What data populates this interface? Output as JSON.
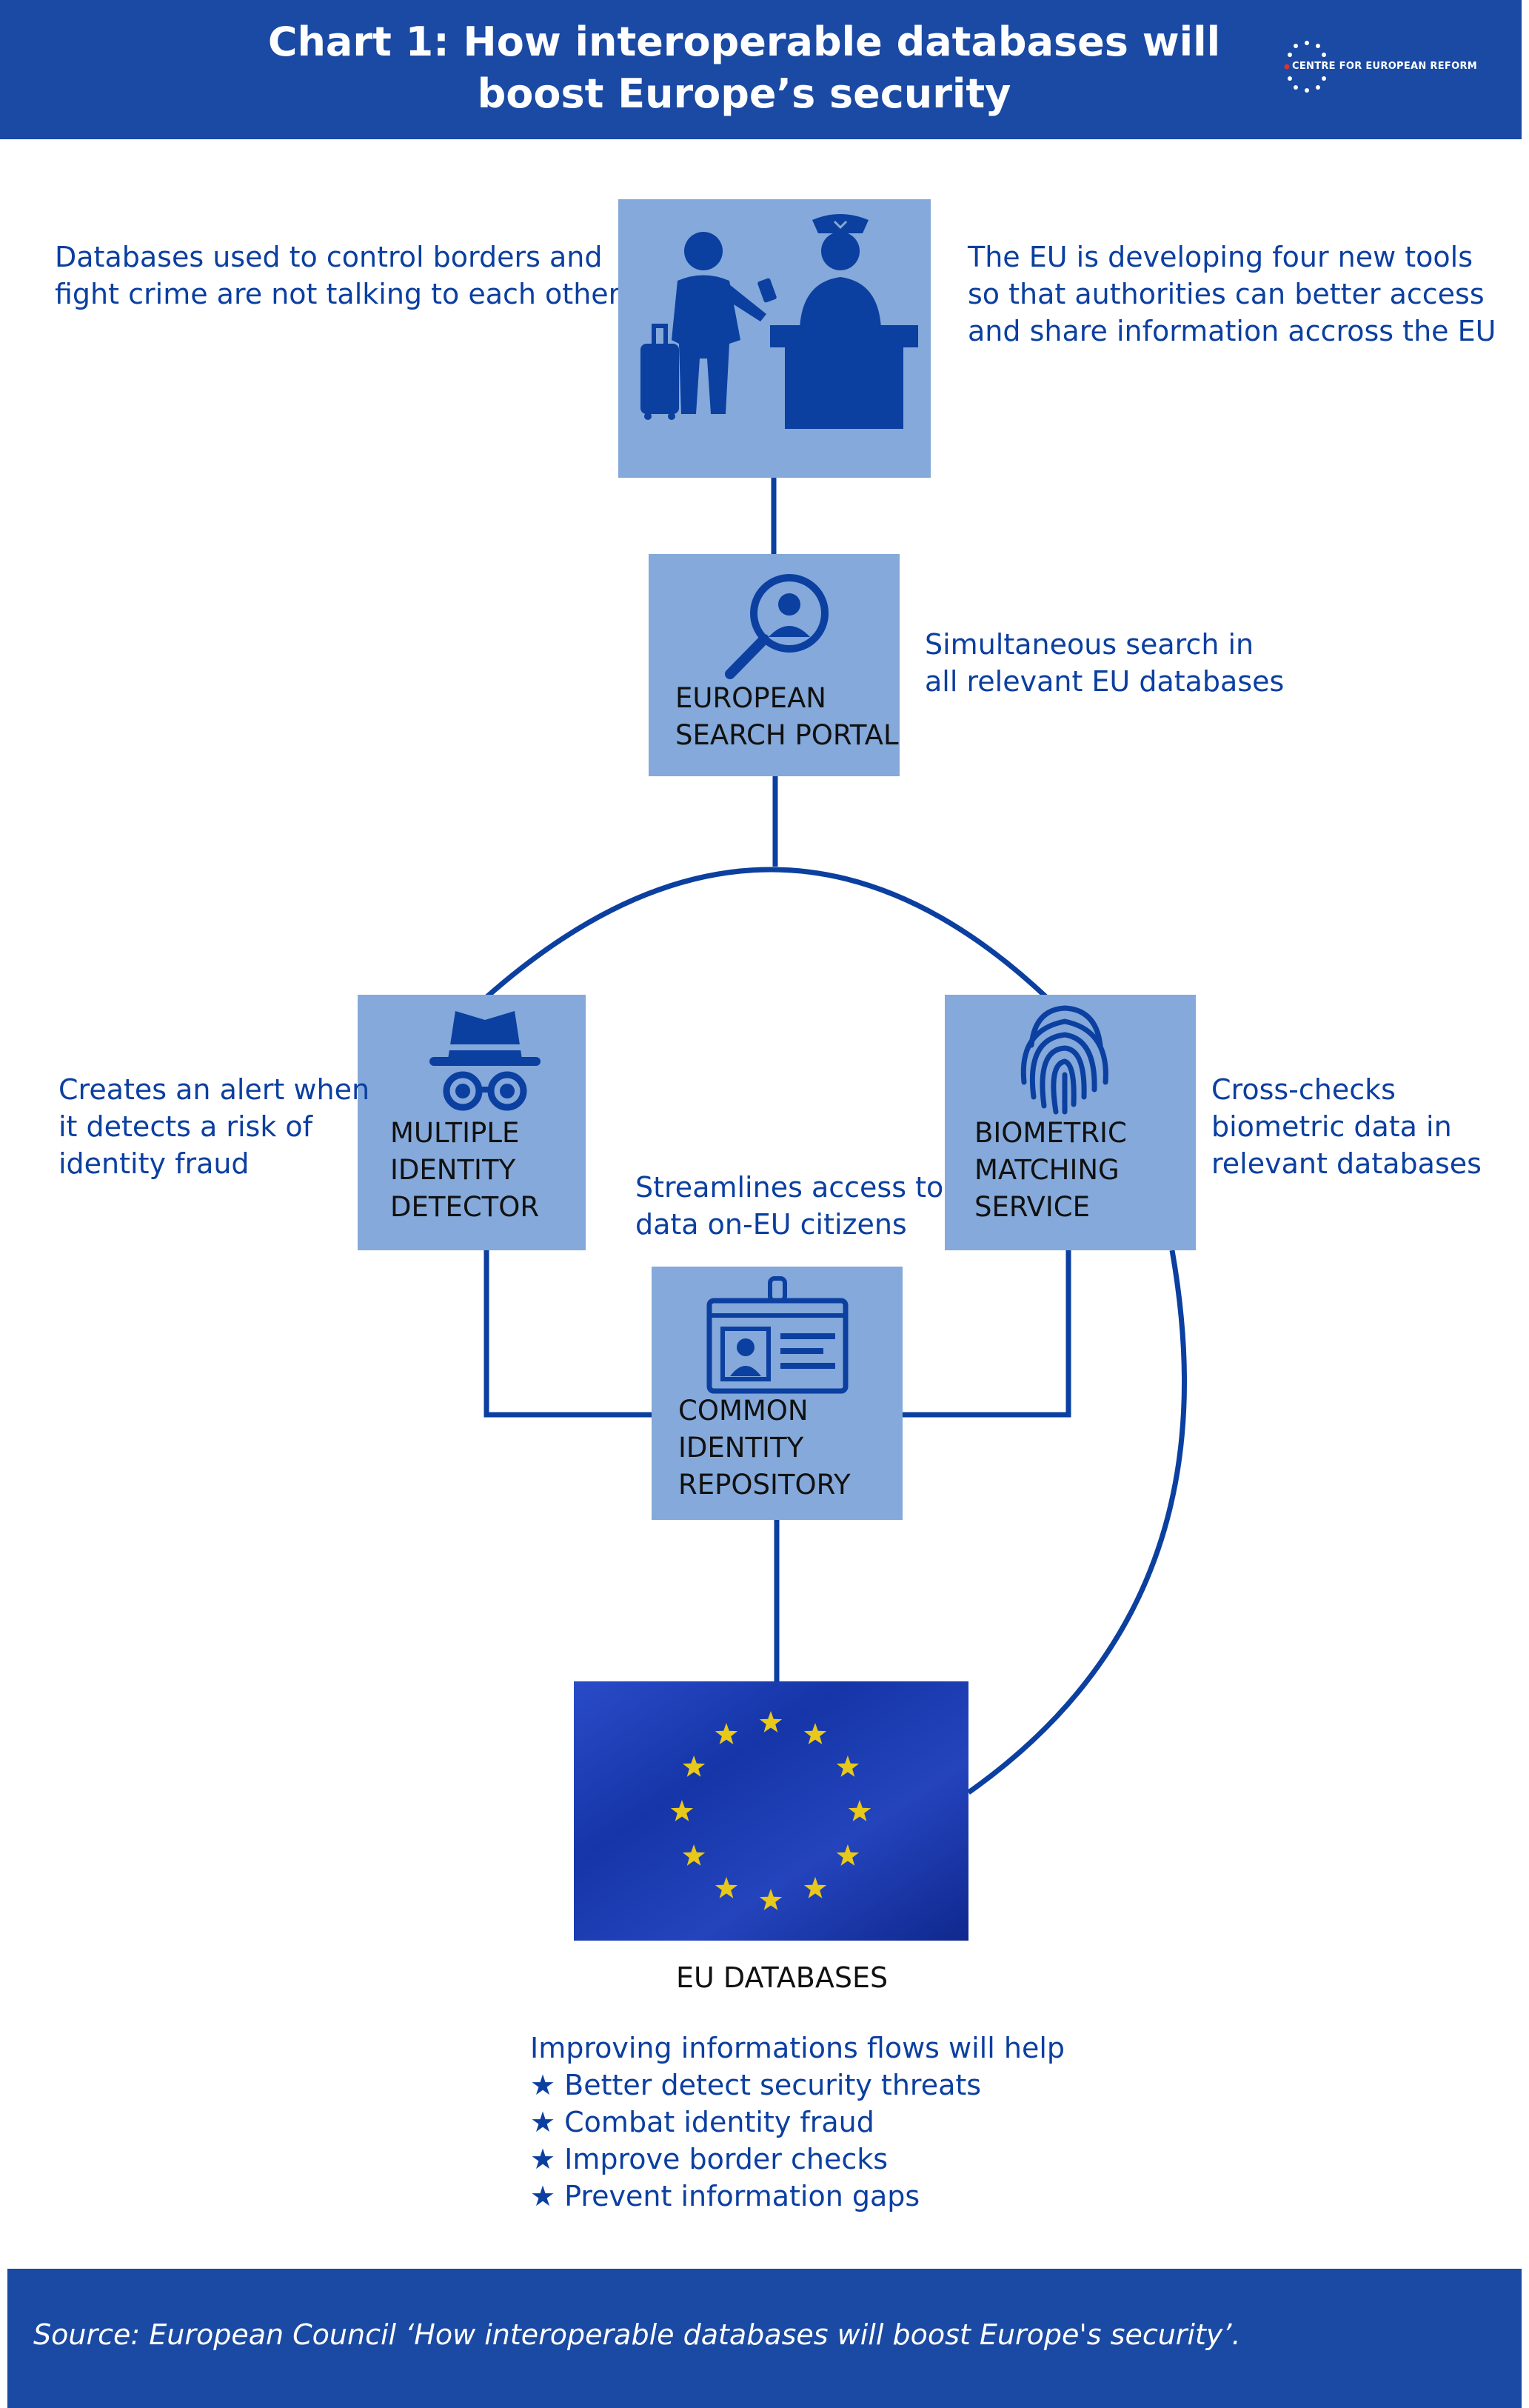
{
  "header": {
    "title": "Chart 1: How interoperable databases will boost Europe’s security",
    "brand": "CENTRE FOR EUROPEAN REFORM"
  },
  "intro": {
    "left_text": "Databases used to control borders and\nfight crime are not talking to each other",
    "right_text": "The EU is developing four new tools\nso that authorities can better access\nand share information accross the EU"
  },
  "tools": {
    "search_portal": {
      "label": "EUROPEAN\nSEARCH PORTAL",
      "description": "Simultaneous search in\nall relevant EU databases"
    },
    "identity_detector": {
      "label": "MULTIPLE\nIDENTITY\nDETECTOR",
      "description": "Creates an alert when\nit detects a risk of\nidentity fraud"
    },
    "biometric_service": {
      "label": "BIOMETRIC\nMATCHING\nSERVICE",
      "description": "Cross-checks\nbiometric data in\nrelevant databases"
    },
    "identity_repository": {
      "label": "COMMON\nIDENTITY\nREPOSITORY",
      "description": "Streamlines access to\ndata on-EU citizens"
    }
  },
  "databases": {
    "label": "EU DATABASES"
  },
  "benefits": {
    "intro": "Improving informations flows will help",
    "items": [
      "★ Better detect security threats",
      "★ Combat identity fraud",
      "★ Improve border checks",
      "★ Prevent information gaps"
    ]
  },
  "footer": {
    "source": "Source: European Council ‘How interoperable databases will boost Europe's security’."
  },
  "colors": {
    "brand_blue": "#1a4aa3",
    "box_fill": "#84a9da",
    "icon_blue": "#0b3fa0",
    "flag_blue": "#1535a8",
    "star_gold": "#e8c81a"
  }
}
